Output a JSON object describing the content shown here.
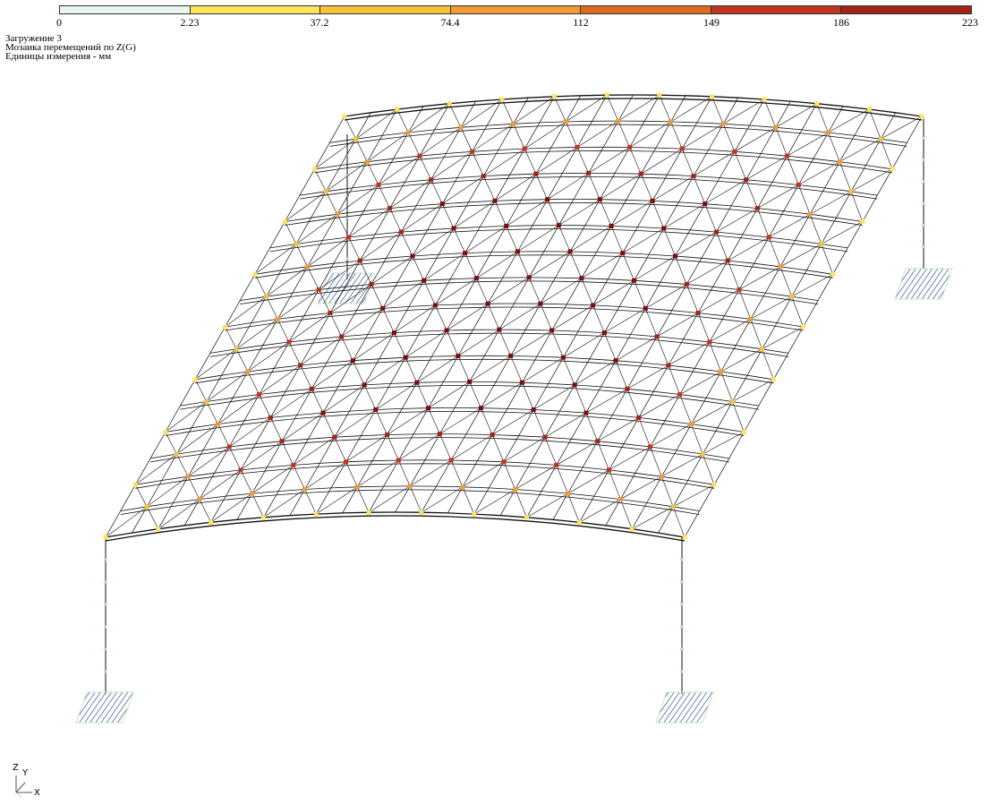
{
  "legend": {
    "colors": [
      "#e9f7ef",
      "#ffe35c",
      "#f6c23a",
      "#f29a33",
      "#e06a20",
      "#c1351e",
      "#a2231a",
      "#7a0d0d"
    ],
    "ticks": [
      "0",
      "2.23",
      "37.2",
      "74.4",
      "112",
      "149",
      "186",
      "223"
    ]
  },
  "info": {
    "line1": "Загружение  3",
    "line2": "Мозаика перемещений по Z(G)",
    "line3": "Единицы измерения - мм"
  },
  "axes": {
    "z": "Z",
    "y": "Y",
    "x": "X"
  },
  "colors": {
    "structure": "#111111",
    "support": "#4a6aa0"
  }
}
